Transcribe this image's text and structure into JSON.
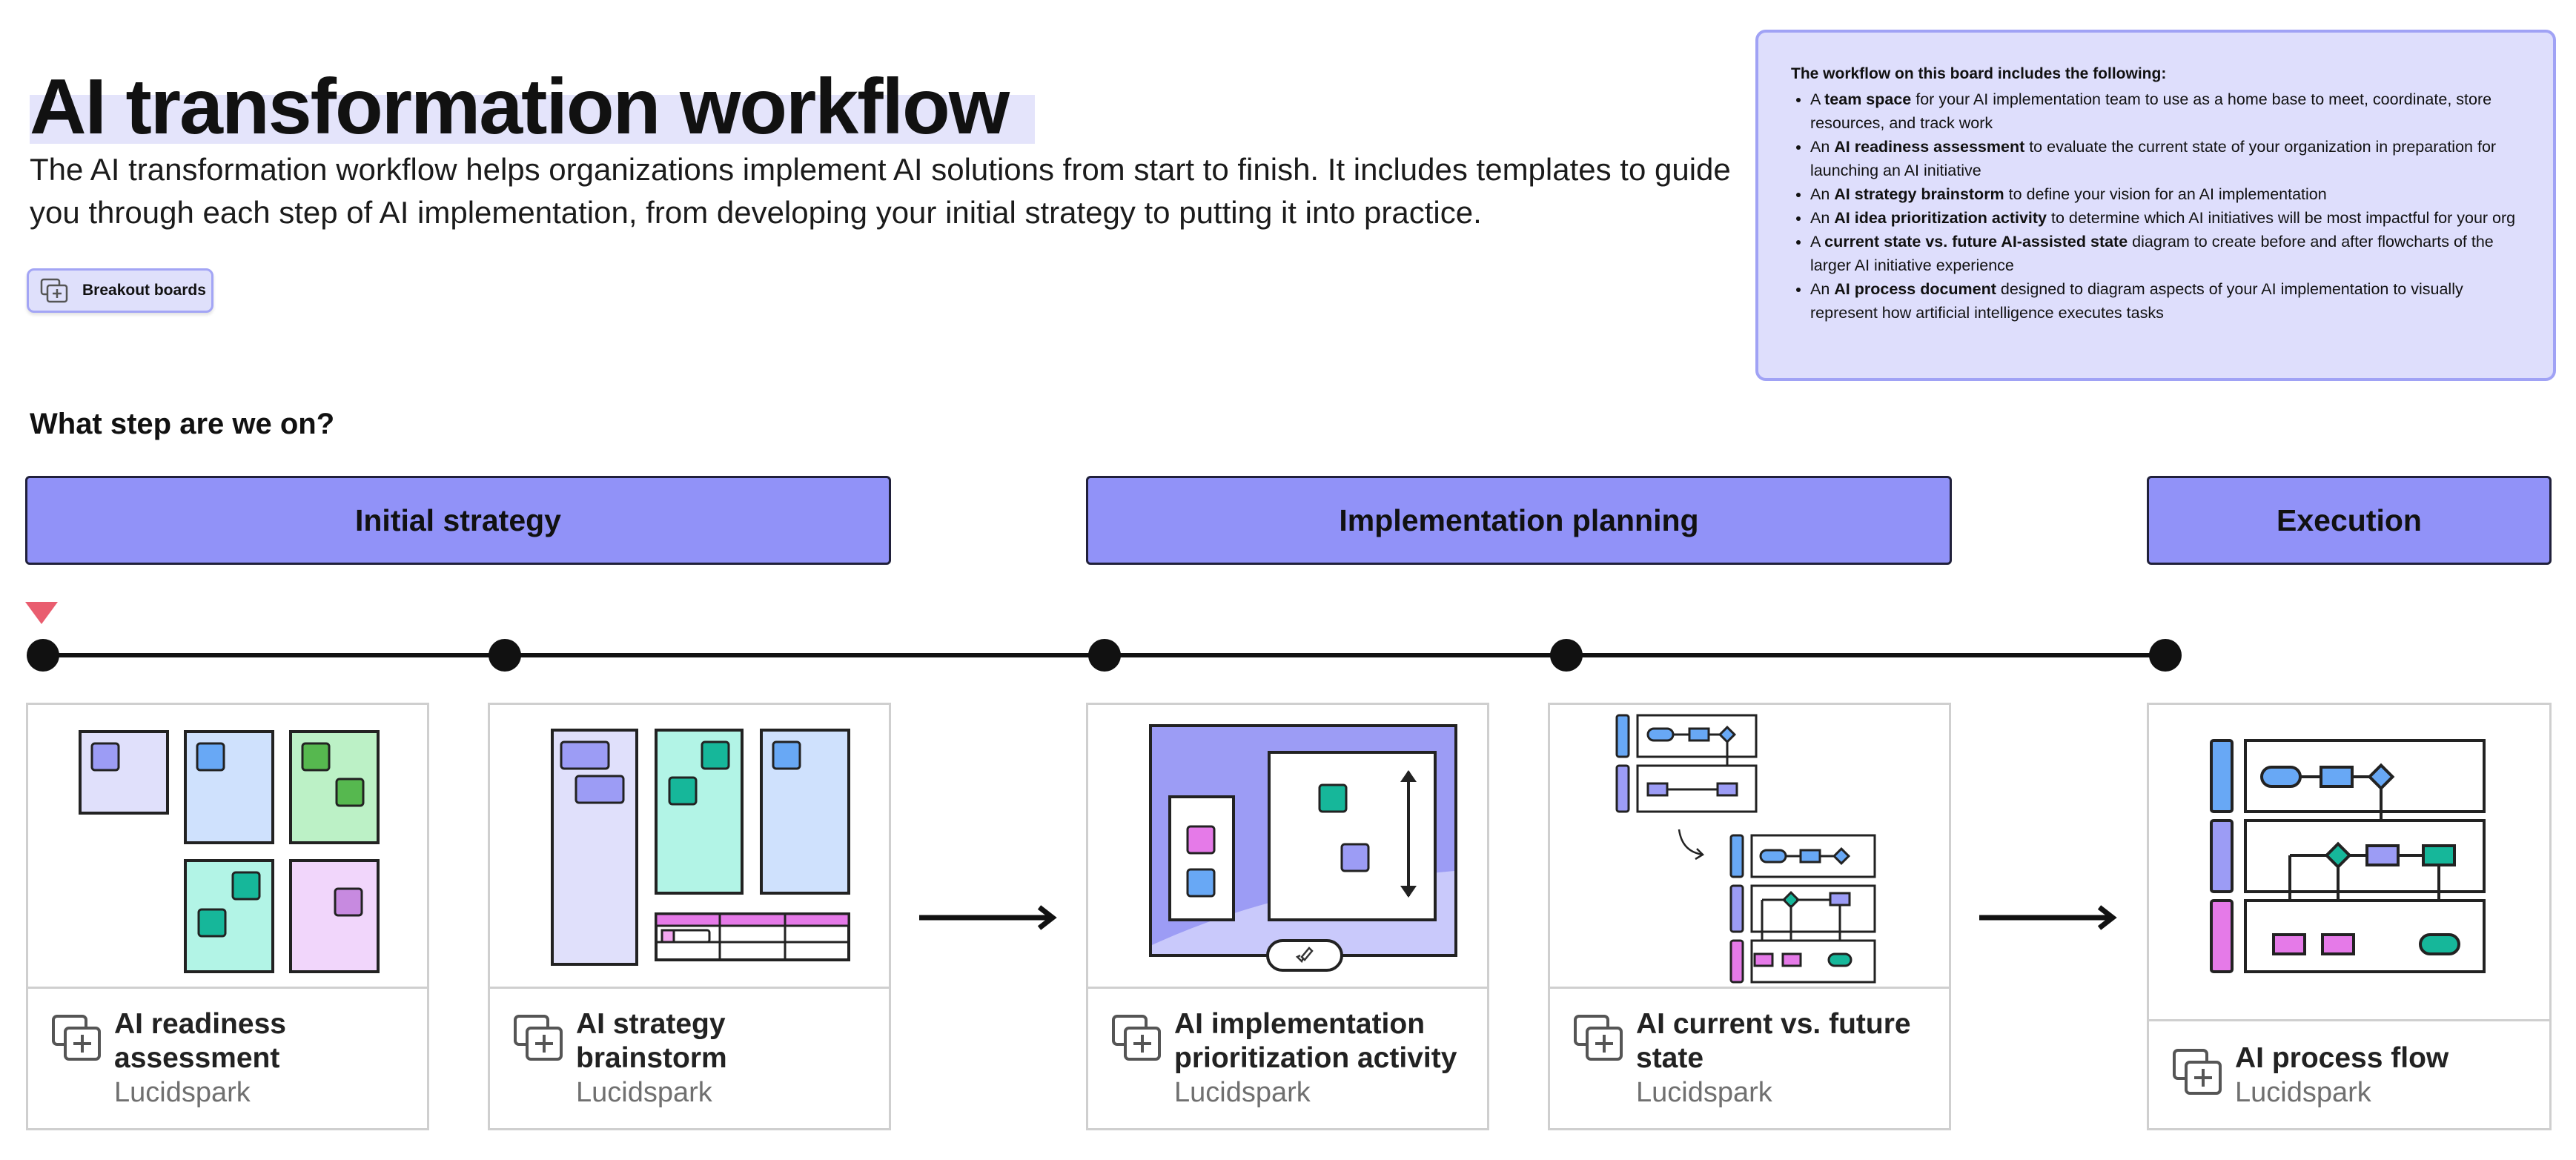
{
  "header": {
    "title": "AI transformation workflow",
    "description": "The AI transformation workflow helps organizations implement AI solutions from start to finish. It includes templates to guide you through each step of AI implementation, from developing your initial strategy to putting it into practice.",
    "breakout_button": "Breakout boards"
  },
  "info": {
    "heading": "The workflow on this board includes the following:",
    "items": [
      {
        "pre": "A ",
        "bold": "team space",
        "post": " for your AI implementation team to use as a home base to meet, coordinate, store resources, and track work"
      },
      {
        "pre": "An ",
        "bold": "AI readiness assessment",
        "post": " to evaluate the current state of your organization in preparation for launching an AI initiative"
      },
      {
        "pre": "An ",
        "bold": "AI strategy brainstorm",
        "post": " to define your vision for an AI implementation"
      },
      {
        "pre": "An ",
        "bold": "AI idea prioritization activity",
        "post": " to determine which AI initiatives will be most impactful for your org"
      },
      {
        "pre": "A ",
        "bold": "current state vs. future AI-assisted state",
        "post": " diagram to create before and after flowcharts of the larger AI initiative experience"
      },
      {
        "pre": "An ",
        "bold": "AI process document",
        "post": " designed to diagram aspects of your AI implementation to visually represent how artificial intelligence executes tasks"
      }
    ]
  },
  "question": "What step are we on?",
  "phases": [
    "Initial strategy",
    "Implementation planning",
    "Execution"
  ],
  "cards": [
    {
      "title_line1": "AI readiness",
      "title_line2": "assessment",
      "subtitle": "Lucidspark",
      "thumb": "readiness-thumbnail"
    },
    {
      "title_line1": "AI strategy",
      "title_line2": "brainstorm",
      "subtitle": "Lucidspark",
      "thumb": "brainstorm-thumbnail"
    },
    {
      "title_line1": "AI implementation",
      "title_line2": "prioritization activity",
      "subtitle": "Lucidspark",
      "thumb": "prioritization-thumbnail"
    },
    {
      "title_line1": "AI current vs. future",
      "title_line2": "state",
      "subtitle": "Lucidspark",
      "thumb": "current-future-thumbnail"
    },
    {
      "title_line1": "AI process flow",
      "subtitle": "Lucidspark",
      "thumb": "process-flow-thumbnail"
    }
  ],
  "icons": [
    "breakout-board-icon",
    "current-step-marker-icon",
    "arrow-right-icon",
    "rocket-icon"
  ],
  "colors": {
    "phase_fill": "#9192f8",
    "info_fill": "#dedefc",
    "marker": "#e95d6f",
    "purple_light": "#e0e0fb",
    "blue_light": "#cfe1fd",
    "green_light": "#bcf1c6",
    "teal_light": "#b2f4e6",
    "pink_light": "#f1d6fb",
    "lavender": "#9c9cf5",
    "blue": "#68a8f5",
    "green": "#56b84f",
    "teal": "#16b79a",
    "pink": "#e57ae8"
  }
}
